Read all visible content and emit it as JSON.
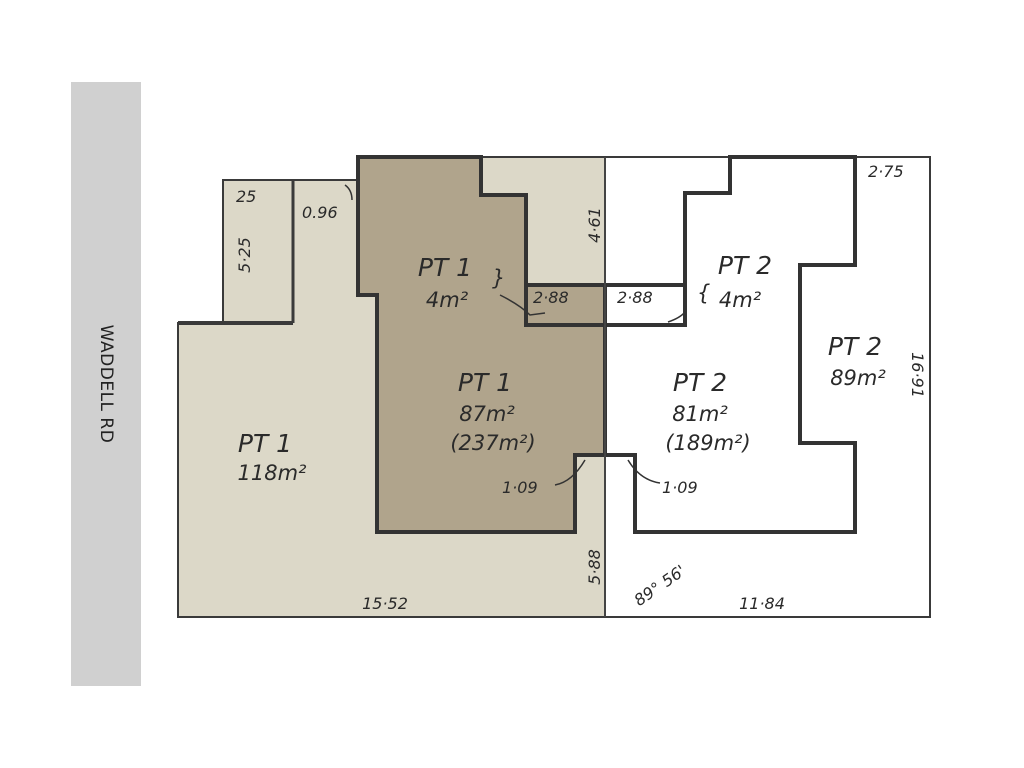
{
  "road": {
    "label": "WADDELL RD"
  },
  "colors": {
    "road": "#d0d0d0",
    "lot_pt1": "#dcd8c8",
    "building_pt1": "#b0a48c",
    "lot_pt2": "#ffffff",
    "lines": "#3a3a3a"
  },
  "parts": {
    "pt1_yard": {
      "name": "PT 1",
      "area": "118m²"
    },
    "pt1_building": {
      "name": "PT 1",
      "area": "87m²",
      "total": "(237m²)"
    },
    "pt1_small": {
      "name": "PT 1",
      "area": "4m²"
    },
    "pt2_building": {
      "name": "PT 2",
      "area": "81m²",
      "total": "(189m²)"
    },
    "pt2_small": {
      "name": "PT 2",
      "area": "4m²"
    },
    "pt2_yard": {
      "name": "PT 2",
      "area": "89m²"
    }
  },
  "dimensions": {
    "d25": "25",
    "d096": "0.96",
    "d525": "5·25",
    "d461": "4·61",
    "d288a": "2·88",
    "d288b": "2·88",
    "d275": "2·75",
    "d1691": "16·91",
    "d109a": "1·09",
    "d109b": "1·09",
    "d588": "5·88",
    "d1552": "15·52",
    "d1184": "11·84",
    "angle": "89° 56'"
  }
}
